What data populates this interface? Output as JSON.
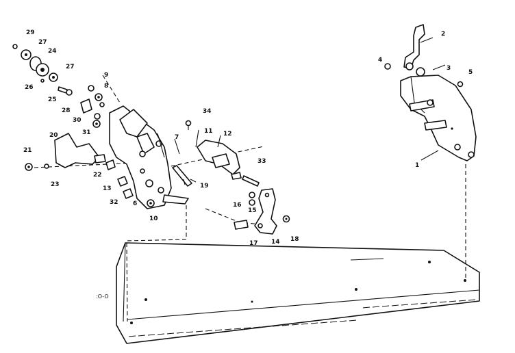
{
  "callouts": [
    {
      "id": "c29a",
      "text": "29"
    },
    {
      "id": "c27a",
      "text": "27"
    },
    {
      "id": "c24",
      "text": "24"
    },
    {
      "id": "c27b",
      "text": "27"
    },
    {
      "id": "c26",
      "text": "26"
    },
    {
      "id": "c25",
      "text": "25"
    },
    {
      "id": "c9",
      "text": "9"
    },
    {
      "id": "c8",
      "text": "8"
    },
    {
      "id": "c28",
      "text": "28"
    },
    {
      "id": "c30",
      "text": "30"
    },
    {
      "id": "c20",
      "text": "20"
    },
    {
      "id": "c31",
      "text": "31"
    },
    {
      "id": "c34",
      "text": "34"
    },
    {
      "id": "c7",
      "text": "7"
    },
    {
      "id": "c11",
      "text": "11"
    },
    {
      "id": "c12",
      "text": "12"
    },
    {
      "id": "c33",
      "text": "33"
    },
    {
      "id": "c21",
      "text": "21"
    },
    {
      "id": "c22",
      "text": "22"
    },
    {
      "id": "c23",
      "text": "23"
    },
    {
      "id": "c13",
      "text": "13"
    },
    {
      "id": "c32",
      "text": "32"
    },
    {
      "id": "c6",
      "text": "6"
    },
    {
      "id": "c10",
      "text": "10"
    },
    {
      "id": "c19",
      "text": "19"
    },
    {
      "id": "c16",
      "text": "16"
    },
    {
      "id": "c15",
      "text": "15"
    },
    {
      "id": "c17",
      "text": "17"
    },
    {
      "id": "c14",
      "text": "14"
    },
    {
      "id": "c18",
      "text": "18"
    },
    {
      "id": "c2",
      "text": "2"
    },
    {
      "id": "c4",
      "text": "4"
    },
    {
      "id": "c3",
      "text": "3"
    },
    {
      "id": "c5",
      "text": "5"
    },
    {
      "id": "c1",
      "text": "1"
    }
  ]
}
